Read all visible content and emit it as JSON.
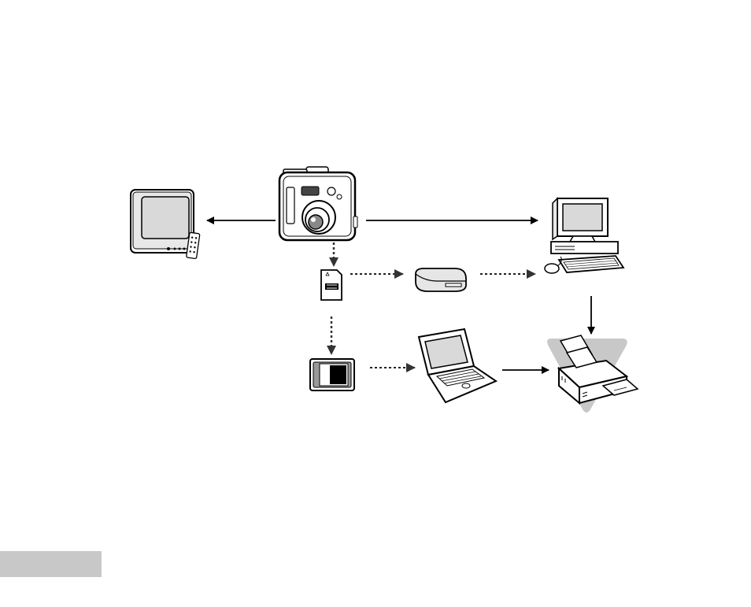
{
  "diagram": {
    "nodes": [
      {
        "id": "camera",
        "icon": "digital-camera-icon"
      },
      {
        "id": "tv",
        "icon": "television-icon"
      },
      {
        "id": "desktop",
        "icon": "desktop-computer-icon"
      },
      {
        "id": "sd",
        "icon": "sd-card-icon"
      },
      {
        "id": "reader",
        "icon": "card-reader-icon"
      },
      {
        "id": "adapter",
        "icon": "card-adapter-icon"
      },
      {
        "id": "laptop",
        "icon": "laptop-icon"
      },
      {
        "id": "printer",
        "icon": "printer-icon"
      }
    ],
    "connections": [
      {
        "from": "camera",
        "to": "tv",
        "style": "solid"
      },
      {
        "from": "camera",
        "to": "desktop",
        "style": "solid"
      },
      {
        "from": "camera",
        "to": "sd",
        "style": "dotted"
      },
      {
        "from": "sd",
        "to": "reader",
        "style": "dotted"
      },
      {
        "from": "reader",
        "to": "desktop",
        "style": "dotted"
      },
      {
        "from": "sd",
        "to": "adapter",
        "style": "dotted"
      },
      {
        "from": "adapter",
        "to": "laptop",
        "style": "dotted"
      },
      {
        "from": "laptop",
        "to": "printer",
        "style": "solid"
      },
      {
        "from": "desktop",
        "to": "printer",
        "style": "solid"
      }
    ],
    "colors": {
      "line": "#000000",
      "arrow_dark": "#333333",
      "shade": "#c8c8c8",
      "screen": "#d9d9d9",
      "page_tab": "#c8c8c8"
    }
  }
}
